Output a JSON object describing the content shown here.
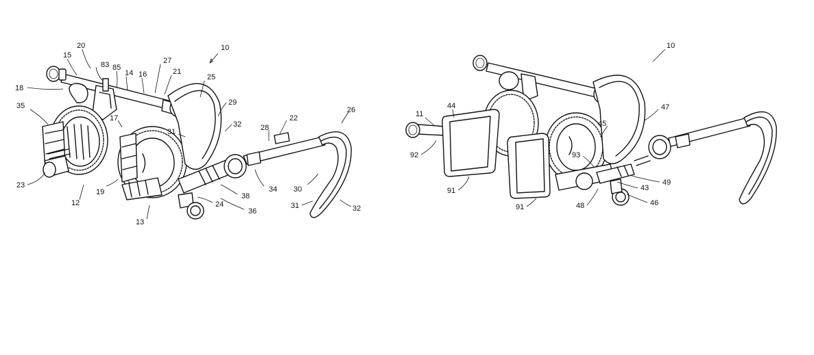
{
  "figures": [
    {
      "id": "left",
      "labels": [
        {
          "id": "l10",
          "text": "10"
        },
        {
          "id": "l20",
          "text": "20"
        },
        {
          "id": "l15",
          "text": "15"
        },
        {
          "id": "l83",
          "text": "83"
        },
        {
          "id": "l85",
          "text": "85"
        },
        {
          "id": "l14",
          "text": "14"
        },
        {
          "id": "l16",
          "text": "16"
        },
        {
          "id": "l27",
          "text": "27"
        },
        {
          "id": "l21",
          "text": "21"
        },
        {
          "id": "l25",
          "text": "25"
        },
        {
          "id": "l18",
          "text": "18"
        },
        {
          "id": "l29",
          "text": "29"
        },
        {
          "id": "l35",
          "text": "35"
        },
        {
          "id": "l17",
          "text": "17"
        },
        {
          "id": "l31a",
          "text": "31"
        },
        {
          "id": "l32a",
          "text": "32"
        },
        {
          "id": "l28",
          "text": "28"
        },
        {
          "id": "l22",
          "text": "22"
        },
        {
          "id": "l26",
          "text": "26"
        },
        {
          "id": "l23",
          "text": "23"
        },
        {
          "id": "l12",
          "text": "12"
        },
        {
          "id": "l19",
          "text": "19"
        },
        {
          "id": "l34",
          "text": "34"
        },
        {
          "id": "l30",
          "text": "30"
        },
        {
          "id": "l38",
          "text": "38"
        },
        {
          "id": "l24",
          "text": "24"
        },
        {
          "id": "l31b",
          "text": "31"
        },
        {
          "id": "l32b",
          "text": "32"
        },
        {
          "id": "l36",
          "text": "36"
        },
        {
          "id": "l13",
          "text": "13"
        }
      ]
    },
    {
      "id": "right",
      "labels": [
        {
          "id": "r10",
          "text": "10"
        },
        {
          "id": "r11",
          "text": "11"
        },
        {
          "id": "r44",
          "text": "44"
        },
        {
          "id": "r47",
          "text": "47"
        },
        {
          "id": "r45",
          "text": "45"
        },
        {
          "id": "r92",
          "text": "92"
        },
        {
          "id": "r93",
          "text": "93"
        },
        {
          "id": "r49",
          "text": "49"
        },
        {
          "id": "r43",
          "text": "43"
        },
        {
          "id": "r91a",
          "text": "91"
        },
        {
          "id": "r48",
          "text": "48"
        },
        {
          "id": "r46",
          "text": "46"
        },
        {
          "id": "r91b",
          "text": "91"
        }
      ]
    }
  ]
}
